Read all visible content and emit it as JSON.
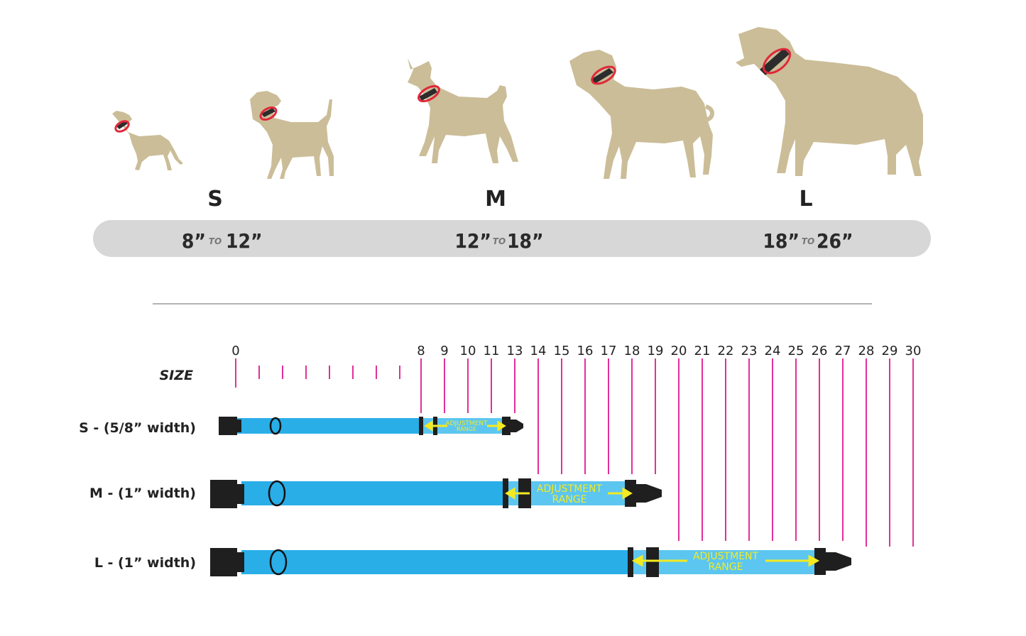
{
  "sizes": [
    {
      "letter": "S",
      "from": "8”",
      "to_word": "TO",
      "upto": "12”"
    },
    {
      "letter": "M",
      "from": "12”",
      "to_word": "TO",
      "upto": "18”"
    },
    {
      "letter": "L",
      "from": "18”",
      "to_word": "TO",
      "upto": "26”"
    }
  ],
  "scale": {
    "size_label": "SIZE",
    "ticks": [
      "0",
      "8",
      "9",
      "10",
      "11",
      "13",
      "14",
      "15",
      "16",
      "17",
      "18",
      "19",
      "20",
      "21",
      "22",
      "23",
      "24",
      "25",
      "26",
      "27",
      "28",
      "29",
      "30"
    ]
  },
  "collars": [
    {
      "label": "S - (5/8” width)",
      "adjust_line1": "ADJUSTMENT",
      "adjust_line2": "RANGE"
    },
    {
      "label": "M - (1” width)",
      "adjust_line1": "ADJUSTMENT",
      "adjust_line2": "RANGE"
    },
    {
      "label": "L - (1” width)",
      "adjust_line1": "ADJUSTMENT",
      "adjust_line2": "RANGE"
    }
  ],
  "colors": {
    "dog": "#cbbd98",
    "collar_accent": "#e0283a",
    "range_bar": "#d7d7d7",
    "tick": "#e0309a",
    "strap": "#29aee8",
    "adjust_text": "#f3ea22"
  }
}
